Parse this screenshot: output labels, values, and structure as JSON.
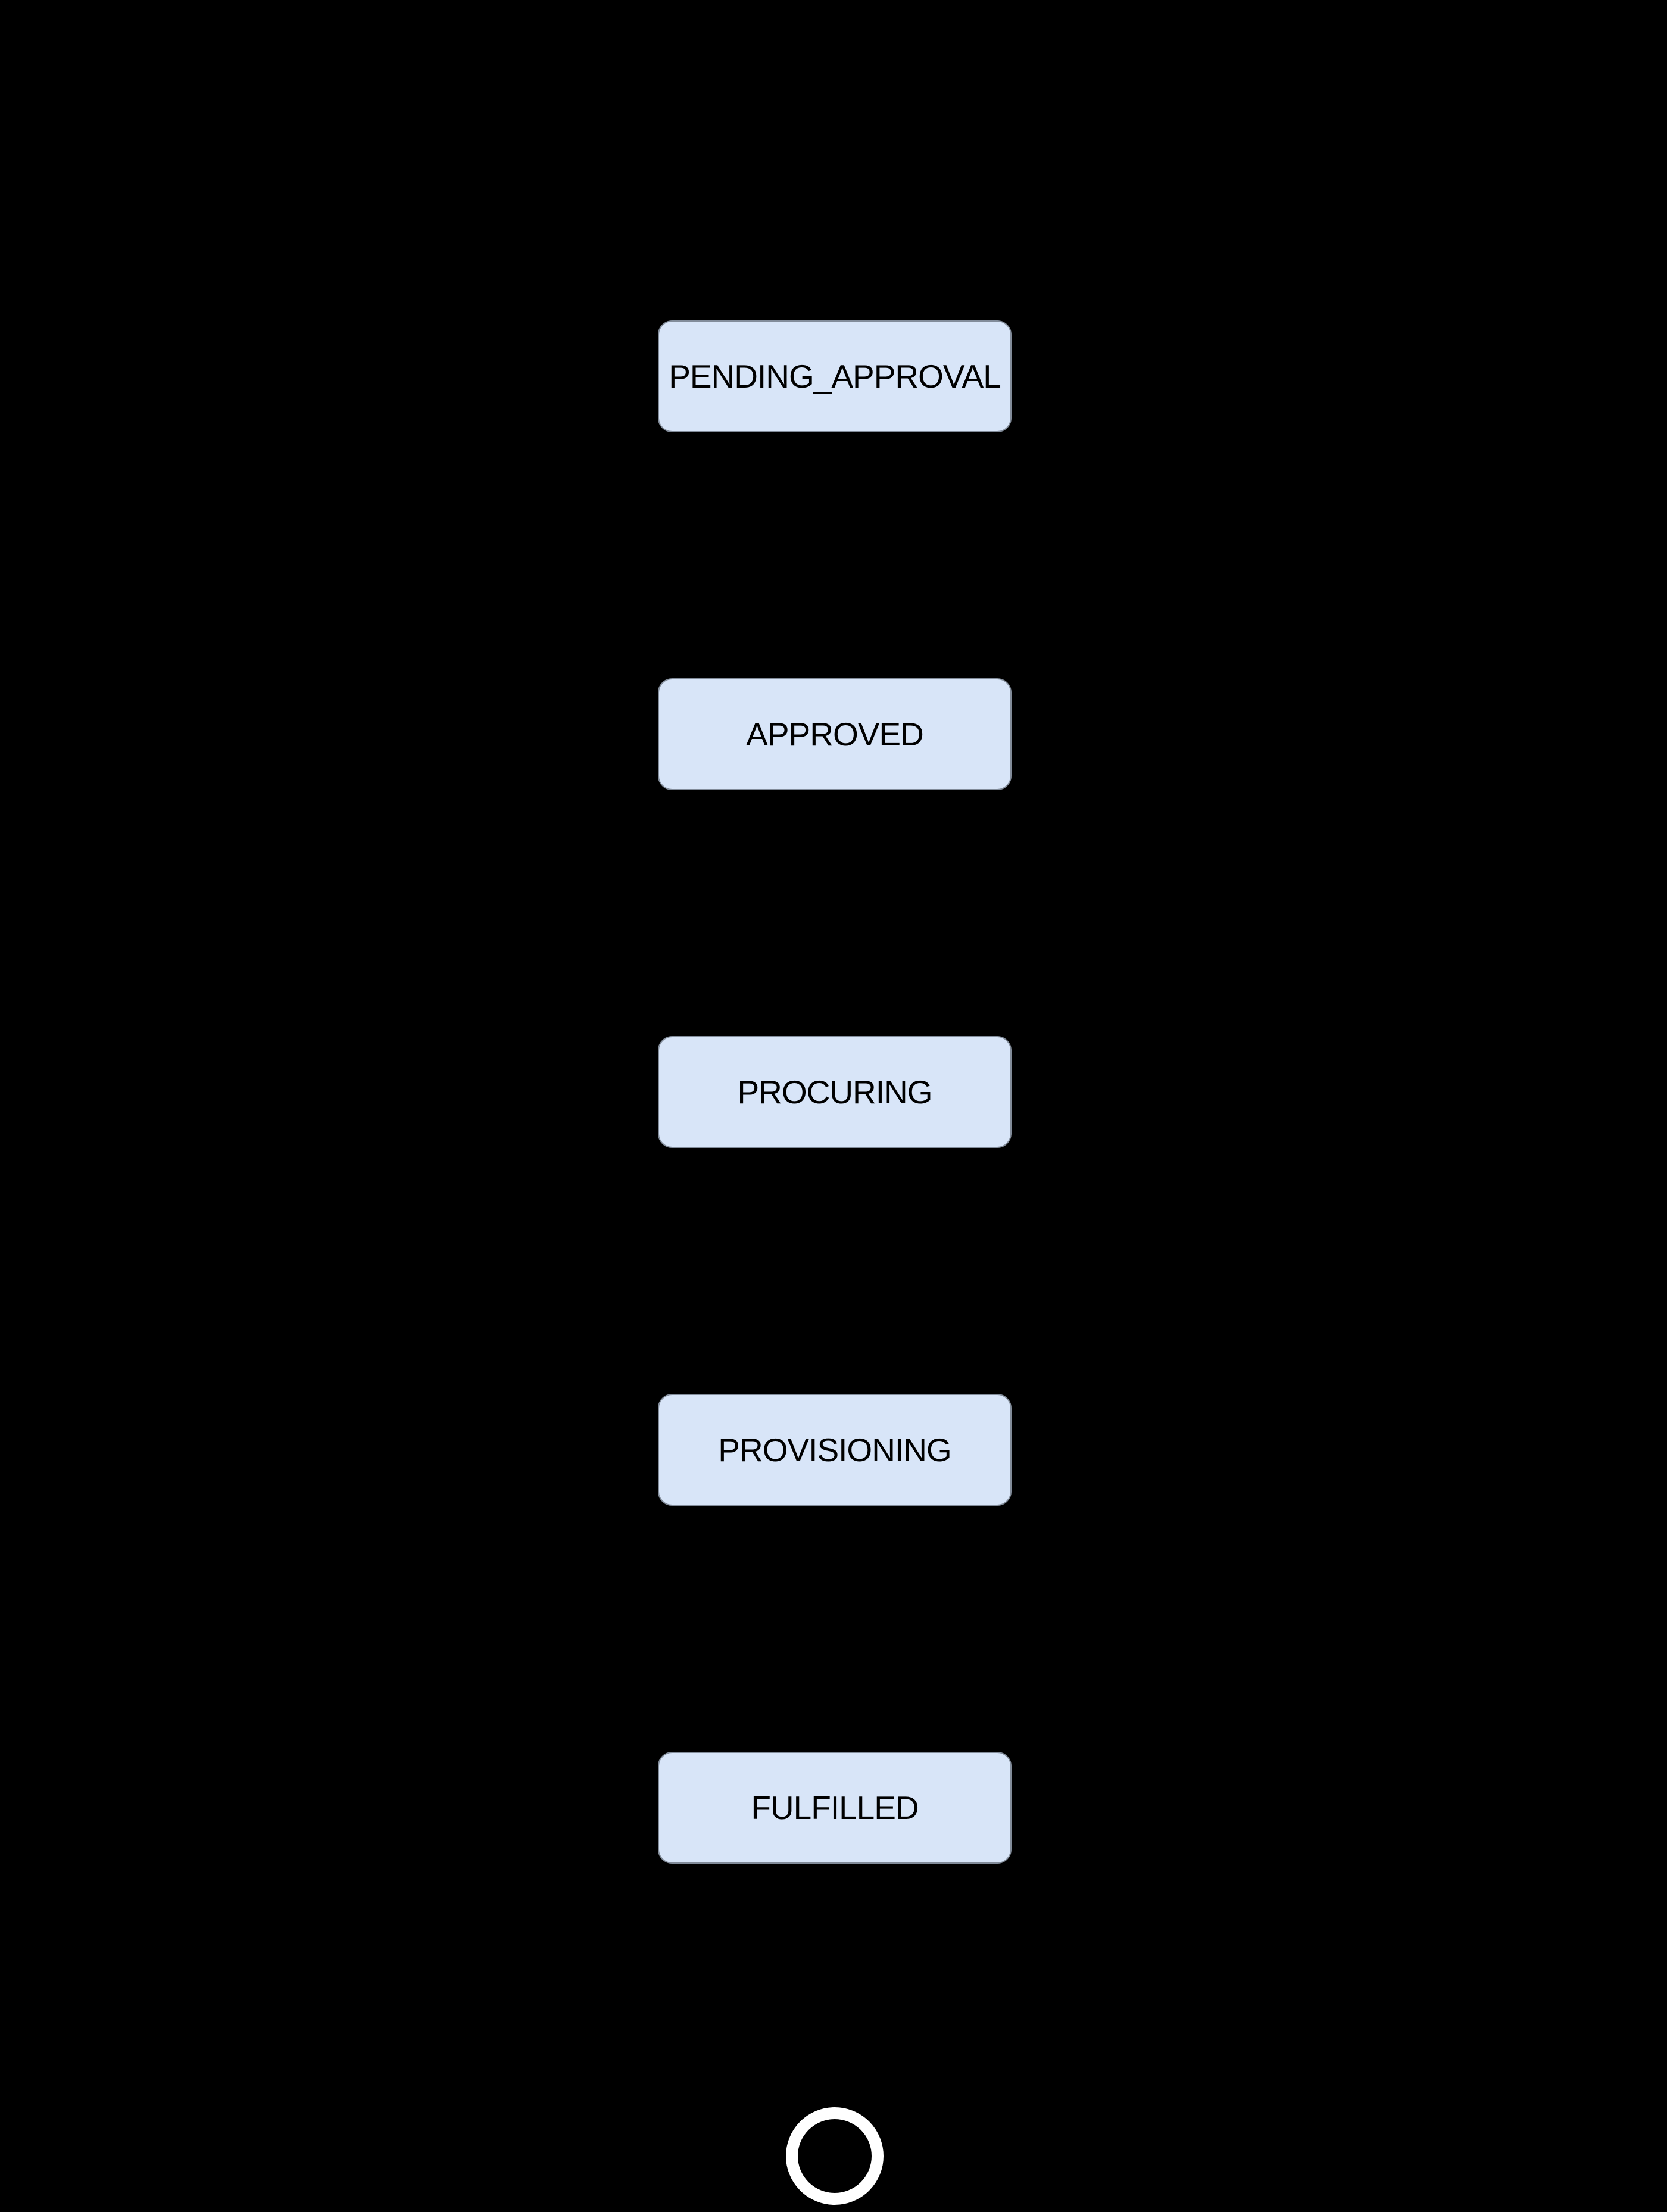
{
  "diagram": {
    "states": [
      {
        "id": "pending-approval",
        "label": "PENDING_APPROVAL"
      },
      {
        "id": "approved",
        "label": "APPROVED"
      },
      {
        "id": "procuring",
        "label": "PROCURING"
      },
      {
        "id": "provisioning",
        "label": "PROVISIONING"
      },
      {
        "id": "fulfilled",
        "label": "FULFILLED"
      }
    ],
    "end_marker": {
      "shape": "final-state-ring"
    },
    "colors": {
      "background": "#000000",
      "node_fill": "#d8e5f8",
      "node_border": "#828c9a",
      "node_text": "#000000",
      "final_ring": "#ffffff"
    }
  }
}
